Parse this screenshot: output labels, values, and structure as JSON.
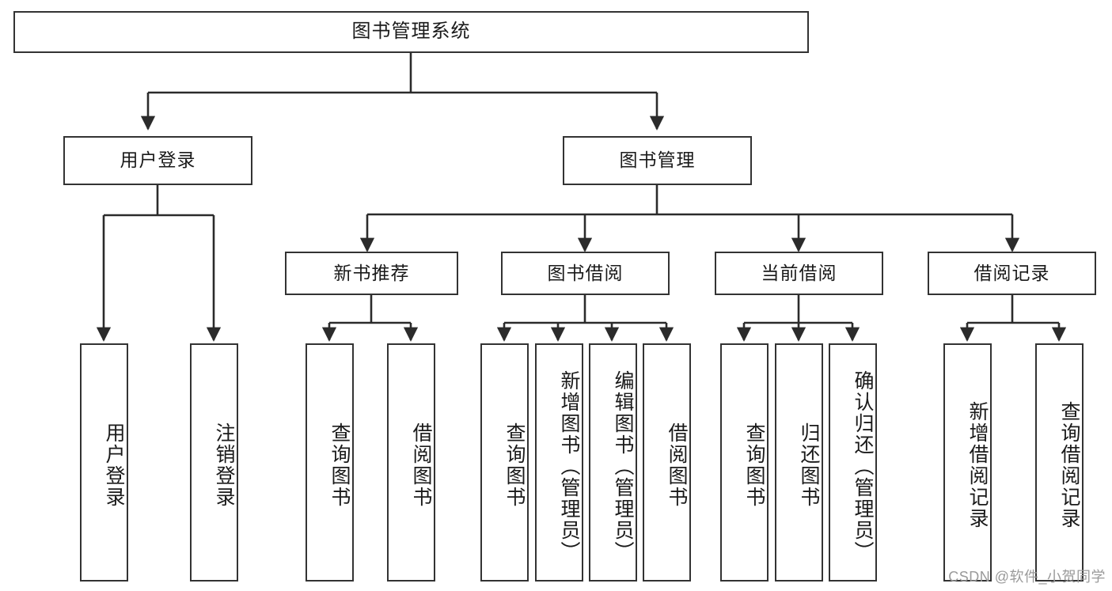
{
  "diagram": {
    "title": "图书管理系统",
    "type": "tree-hierarchy-chart",
    "colors": {
      "box_border": "#333333",
      "box_fill": "#ffffff",
      "line": "#2b2b2b",
      "text": "#1a1a1a",
      "watermark": "#9a9a9a"
    },
    "root": {
      "label": "图书管理系统"
    },
    "level2": [
      {
        "label": "用户登录"
      },
      {
        "label": "图书管理"
      }
    ],
    "level3": [
      {
        "label": "新书推荐"
      },
      {
        "label": "图书借阅"
      },
      {
        "label": "当前借阅"
      },
      {
        "label": "借阅记录"
      }
    ],
    "leaves": {
      "user_login": [
        {
          "label": "用户登录"
        },
        {
          "label": "注销登录"
        }
      ],
      "new_book_recommend": [
        {
          "label": "查询图书"
        },
        {
          "label": "借阅图书"
        }
      ],
      "book_borrow": [
        {
          "label": "查询图书"
        },
        {
          "label": "新增图书（管理员）"
        },
        {
          "label": "编辑图书（管理员）"
        },
        {
          "label": "借阅图书"
        }
      ],
      "current_borrow": [
        {
          "label": "查询图书"
        },
        {
          "label": "归还图书"
        },
        {
          "label": "确认归还（管理员）"
        }
      ],
      "borrow_record": [
        {
          "label": "新增借阅记录"
        },
        {
          "label": "查询借阅记录"
        }
      ]
    },
    "watermark": "CSDN @软件_小贺同学"
  }
}
